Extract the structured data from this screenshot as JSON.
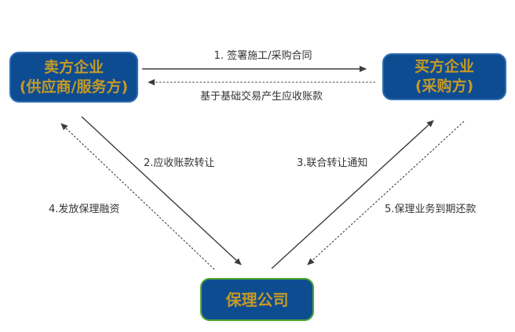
{
  "nodes": {
    "seller": {
      "line1": "卖方企业",
      "line2": "(供应商/服务方)"
    },
    "buyer": {
      "line1": "买方企业",
      "line2": "(采购方)"
    },
    "factor": {
      "label": "保理公司"
    }
  },
  "edges": {
    "contract": "1. 签署施工/采购合同",
    "receivable": "基于基础交易产生应收账款",
    "transfer": "2.应收账款转让",
    "notice": "3.联合转让通知",
    "financing": "4.发放保理融资",
    "repayment": "5.保理业务到期还款"
  },
  "colors": {
    "node_fill": "#0e4c92",
    "node_border_blue": "#2e6db4",
    "node_border_green": "#4ea72e",
    "node_text_gold": "#c49a26",
    "arrow_line": "#3c3c3c",
    "label_text": "#333333",
    "background": "#ffffff"
  }
}
